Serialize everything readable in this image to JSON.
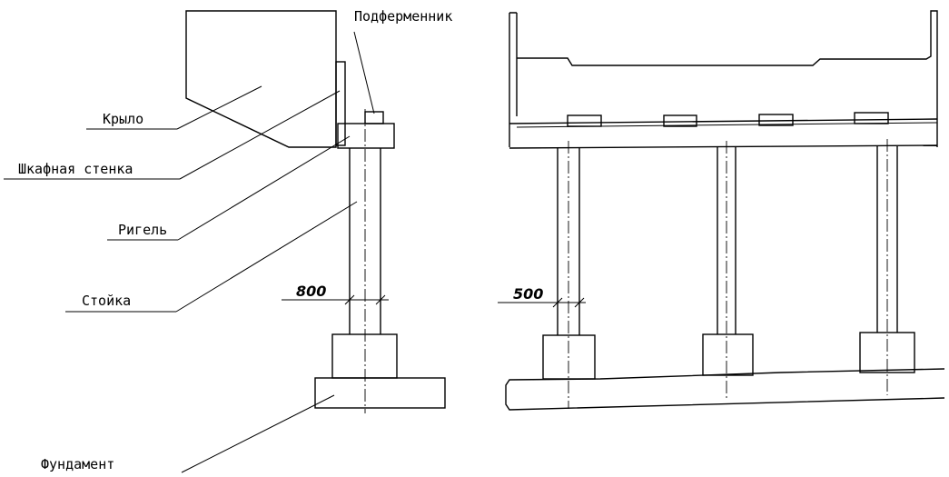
{
  "labels": {
    "podfermennik": "Подферменник",
    "krylo": "Крыло",
    "shkafnaya": "Шкафная стенка",
    "rigel": "Ригель",
    "stoyka": "Стойка",
    "fundament": "Фундамент"
  },
  "dimensions": {
    "left": "800",
    "right": "500"
  }
}
